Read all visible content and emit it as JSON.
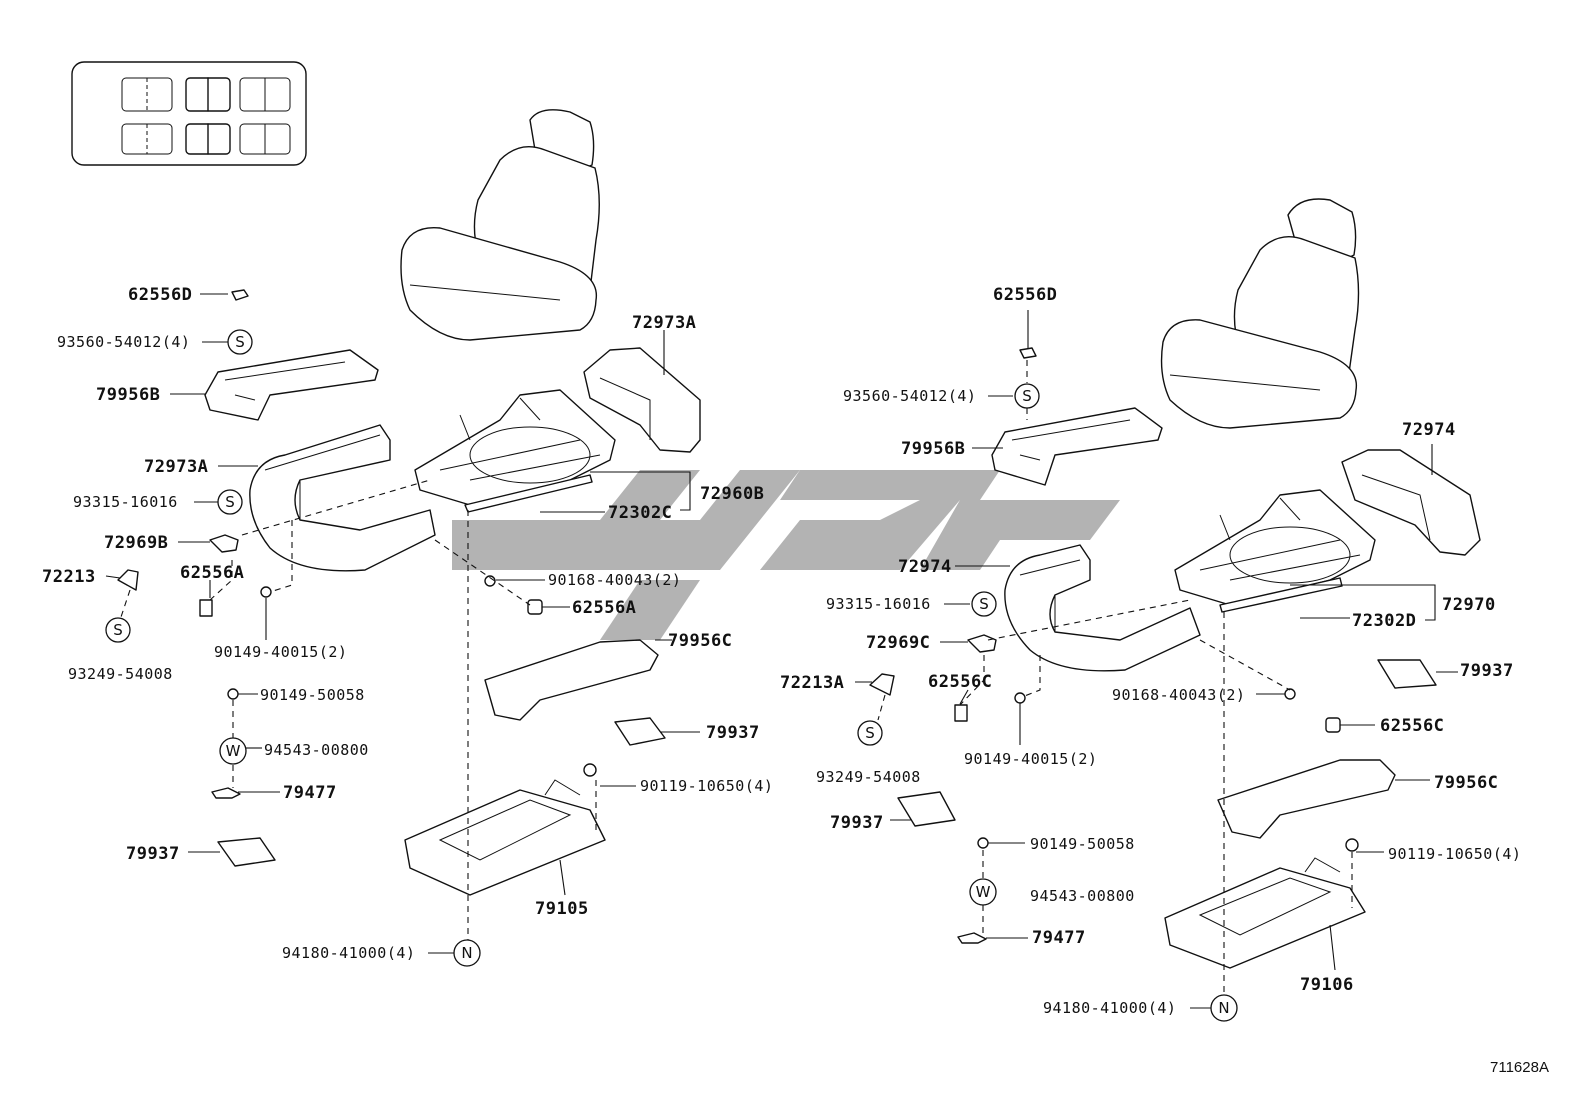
{
  "diagram_ref": "711628A",
  "symbols": {
    "S": "S",
    "W": "W",
    "N": "N"
  },
  "left": {
    "p62556D": "62556D",
    "p93560": "93560-54012(4)",
    "p79956B": "79956B",
    "p72973A_top": "72973A",
    "p72973A_mid": "72973A",
    "p93315": "93315-16016",
    "p72969B": "72969B",
    "p72213": "72213",
    "p62556A_left": "62556A",
    "p93249": "93249-54008",
    "p90149_40015": "90149-40015(2)",
    "p72960B": "72960B",
    "p72302C": "72302C",
    "p90168": "90168-40043(2)",
    "p62556A_right": "62556A",
    "p79956C": "79956C",
    "p90149_50058": "90149-50058",
    "p94543": "94543-00800",
    "p79477": "79477",
    "p79937_mid": "79937",
    "p79937_low": "79937",
    "p90119": "90119-10650(4)",
    "p79105": "79105",
    "p94180": "94180-41000(4)"
  },
  "right": {
    "p62556D": "62556D",
    "p93560": "93560-54012(4)",
    "p79956B": "79956B",
    "p72974_top": "72974",
    "p72974_mid": "72974",
    "p93315": "93315-16016",
    "p72969C": "72969C",
    "p72213A": "72213A",
    "p62556C_left": "62556C",
    "p93249": "93249-54008",
    "p90149_40015": "90149-40015(2)",
    "p72970": "72970",
    "p72302D": "72302D",
    "p90168": "90168-40043(2)",
    "p62556C_right": "62556C",
    "p79937_top": "79937",
    "p79956C": "79956C",
    "p79937_mid": "79937",
    "p90149_50058": "90149-50058",
    "p94543": "94543-00800",
    "p79477": "79477",
    "p90119": "90119-10650(4)",
    "p79106": "79106",
    "p94180": "94180-41000(4)"
  }
}
